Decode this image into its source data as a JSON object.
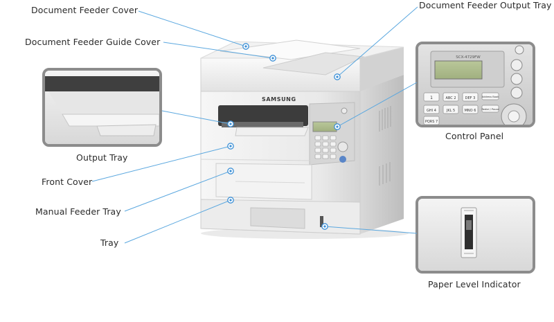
{
  "labels": {
    "document_feeder_cover": "Document Feeder Cover",
    "document_feeder_guide_cover": "Document Feeder Guide Cover",
    "document_feeder_output_tray": "Document Feeder Output Tray",
    "output_tray": "Output Tray",
    "front_cover": "Front Cover",
    "manual_feeder_tray": "Manual Feeder Tray",
    "tray": "Tray",
    "control_panel": "Control Panel",
    "paper_level_indicator": "Paper Level Indicator"
  },
  "printer": {
    "brand": "SAMSUNG",
    "model": "SCX-4729FW"
  },
  "keypad": {
    "keys": [
      "1",
      "ABC 2",
      "DEF 3",
      "GHI 4",
      "JKL 5",
      "MNO 6",
      "PQRS 7"
    ],
    "side_labels": [
      "Address Book",
      "Redial / Pause"
    ]
  },
  "colors": {
    "leader_line": "#5aa7df",
    "callout_dot": "#3b8fd6",
    "printer_body": "#eeeeee",
    "inset_frame": "#8c8c8c"
  }
}
